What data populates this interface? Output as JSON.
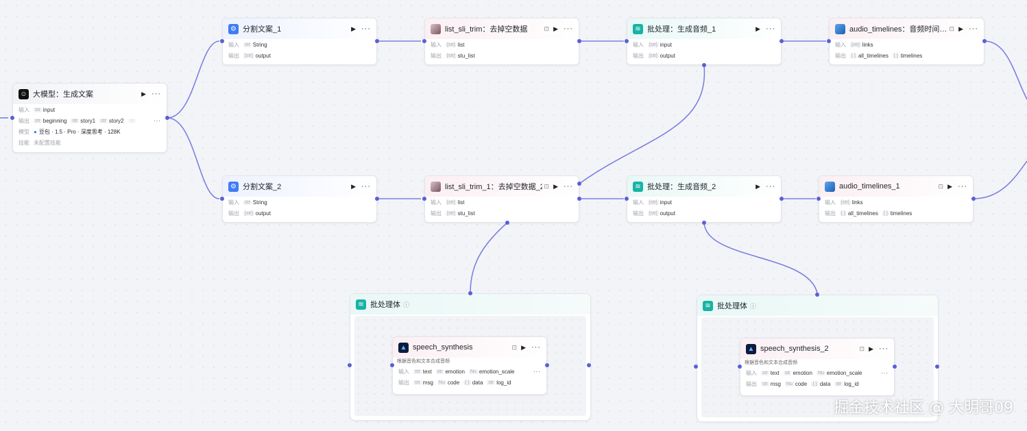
{
  "labels": {
    "in": "输入",
    "out": "输出",
    "model": "模型",
    "skill": "技能"
  },
  "llm": {
    "title": "大模型：生成文案",
    "inputs": [
      {
        "type": "str",
        "name": "input"
      }
    ],
    "outputs": [
      {
        "type": "str",
        "name": "beginning"
      },
      {
        "type": "str",
        "name": "story1"
      },
      {
        "type": "str",
        "name": "story2"
      },
      {
        "type": "str",
        "name": "..."
      }
    ],
    "model": "豆包 · 1.5 · Pro · 深度思考 · 128K",
    "skill": "未配置技能",
    "icon": "bot-icon"
  },
  "split1": {
    "title": "分割文案_1",
    "in": [
      {
        "type": "str",
        "name": "String"
      }
    ],
    "out": [
      {
        "type": "[str]",
        "name": "output"
      }
    ]
  },
  "split2": {
    "title": "分割文案_2",
    "in": [
      {
        "type": "str",
        "name": "String"
      }
    ],
    "out": [
      {
        "type": "[str]",
        "name": "output"
      }
    ]
  },
  "trim1": {
    "title": "list_sli_trim：去掉空数据",
    "in": [
      {
        "type": "[str]",
        "name": "list"
      }
    ],
    "out": [
      {
        "type": "[str]",
        "name": "stu_list"
      }
    ]
  },
  "trim2": {
    "title": "list_sli_trim_1：去掉空数据_2",
    "in": [
      {
        "type": "[str]",
        "name": "list"
      }
    ],
    "out": [
      {
        "type": "[str]",
        "name": "stu_list"
      }
    ]
  },
  "batch1": {
    "title": "批处理：生成音频_1",
    "in": [
      {
        "type": "[str]",
        "name": "input"
      }
    ],
    "out": [
      {
        "type": "[str]",
        "name": "output"
      }
    ]
  },
  "batch2": {
    "title": "批处理：生成音频_2",
    "in": [
      {
        "type": "[str]",
        "name": "input"
      }
    ],
    "out": [
      {
        "type": "[str]",
        "name": "output"
      }
    ]
  },
  "at1": {
    "title": "audio_timelines：音频时间…",
    "in": [
      {
        "type": "[str]",
        "name": "links"
      }
    ],
    "out": [
      {
        "type": "[ ]",
        "name": "all_timelines"
      },
      {
        "type": "[ ]",
        "name": "timelines"
      }
    ]
  },
  "at2": {
    "title": "audio_timelines_1",
    "in": [
      {
        "type": "[str]",
        "name": "links"
      }
    ],
    "out": [
      {
        "type": "[ ]",
        "name": "all_timelines"
      },
      {
        "type": "[ ]",
        "name": "timelines"
      }
    ]
  },
  "bodyA": {
    "title": "批处理体",
    "inner": {
      "title": "speech_synthesis",
      "desc": "根据音色和文本合成音频",
      "in": [
        {
          "type": "str",
          "name": "text"
        },
        {
          "type": "str",
          "name": "emotion"
        },
        {
          "type": "Nu",
          "name": "emotion_scale"
        }
      ],
      "out": [
        {
          "type": "str",
          "name": "msg"
        },
        {
          "type": "Nu",
          "name": "code"
        },
        {
          "type": "{ }",
          "name": "data"
        },
        {
          "type": "str",
          "name": "log_id"
        }
      ]
    }
  },
  "bodyB": {
    "title": "批处理体",
    "inner": {
      "title": "speech_synthesis_2",
      "desc": "根据音色和文本合成音频",
      "in": [
        {
          "type": "str",
          "name": "text"
        },
        {
          "type": "str",
          "name": "emotion"
        },
        {
          "type": "Nu",
          "name": "emotion_scale"
        }
      ],
      "out": [
        {
          "type": "str",
          "name": "msg"
        },
        {
          "type": "Nu",
          "name": "code"
        },
        {
          "type": "{ }",
          "name": "data"
        },
        {
          "type": "str",
          "name": "log_id"
        }
      ]
    }
  },
  "watermark": "掘金技术社区 @ 大明哥09",
  "colors": {
    "wire": "#7c7fe0",
    "port": "#5b5fd6"
  }
}
